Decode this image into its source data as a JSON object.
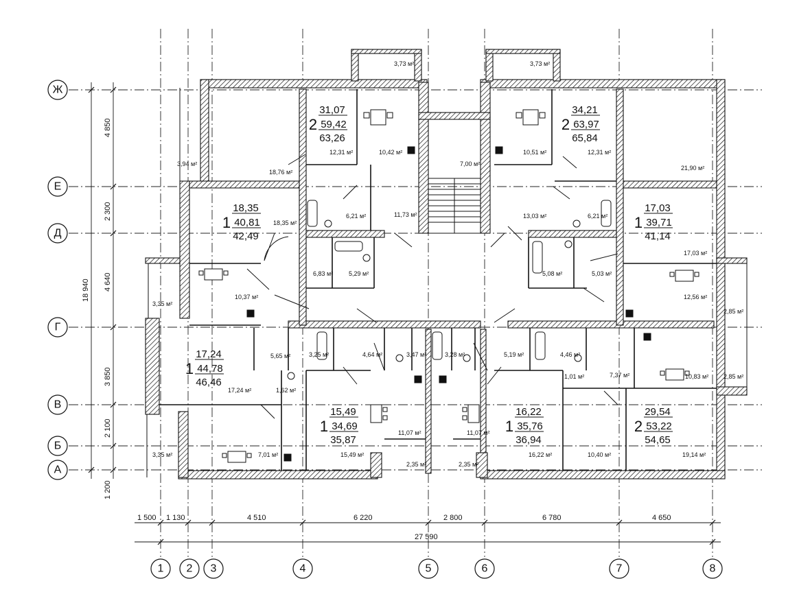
{
  "axes": {
    "vertical": [
      {
        "label": "1"
      },
      {
        "label": "2"
      },
      {
        "label": "3"
      },
      {
        "label": "4"
      },
      {
        "label": "5"
      },
      {
        "label": "6"
      },
      {
        "label": "7"
      },
      {
        "label": "8"
      }
    ],
    "horizontal": [
      {
        "label": "Ж"
      },
      {
        "label": "Е"
      },
      {
        "label": "Д"
      },
      {
        "label": "Г"
      },
      {
        "label": "В"
      },
      {
        "label": "Б"
      },
      {
        "label": "А"
      }
    ]
  },
  "dimensions": {
    "bottom": [
      "1 500",
      "1 130",
      "4 510",
      "6 220",
      "2 800",
      "6 780",
      "4 650"
    ],
    "total_bottom": "27 590",
    "left": [
      "4 850",
      "2 300",
      "4 640",
      "3 850",
      "2 100",
      "1 200"
    ],
    "total_left": "18 940"
  },
  "rooms": [
    "3,73 м²",
    "3,73 м²",
    "3,94 м²",
    "18,76 м²",
    "12,31 м²",
    "10,42 м²",
    "7,00 м²",
    "10,51 м²",
    "12,31 м²",
    "21,90 м²",
    "18,35 м²",
    "6,21 м²",
    "11,73 м²",
    "13,03 м²",
    "6,21 м²",
    "6,83 м²",
    "5,29 м²",
    "5,08 м²",
    "5,03 м²",
    "17,03 м²",
    "3,35 м²",
    "10,37 м²",
    "12,56 м²",
    "2,85 м²",
    "5,65 м²",
    "3,25 м²",
    "4,64 м²",
    "3,47 м²",
    "3,28 м²",
    "5,19 м²",
    "4,46 м²",
    "17,24 м²",
    "1,62 м²",
    "1,01 м²",
    "7,37 м²",
    "10,83 м²",
    "2,85 м²",
    "11,07 м²",
    "11,07 м²",
    "3,35 м²",
    "7,01 м²",
    "15,49 м²",
    "2,35 м²",
    "2,35 м²",
    "16,22 м²",
    "10,40 м²",
    "19,14 м²"
  ],
  "apartments": [
    {
      "rooms": "2",
      "living": "31,07",
      "total": "59,42",
      "gross": "63,26"
    },
    {
      "rooms": "2",
      "living": "34,21",
      "total": "63,97",
      "gross": "65,84"
    },
    {
      "rooms": "1",
      "living": "18,35",
      "total": "40,81",
      "gross": "42,49"
    },
    {
      "rooms": "1",
      "living": "17,03",
      "total": "39,71",
      "gross": "41,14"
    },
    {
      "rooms": "1",
      "living": "17,24",
      "total": "44,78",
      "gross": "46,46"
    },
    {
      "rooms": "1",
      "living": "15,49",
      "total": "34,69",
      "gross": "35,87"
    },
    {
      "rooms": "1",
      "living": "16,22",
      "total": "35,76",
      "gross": "36,94"
    },
    {
      "rooms": "2",
      "living": "29,54",
      "total": "53,22",
      "gross": "54,65"
    }
  ]
}
